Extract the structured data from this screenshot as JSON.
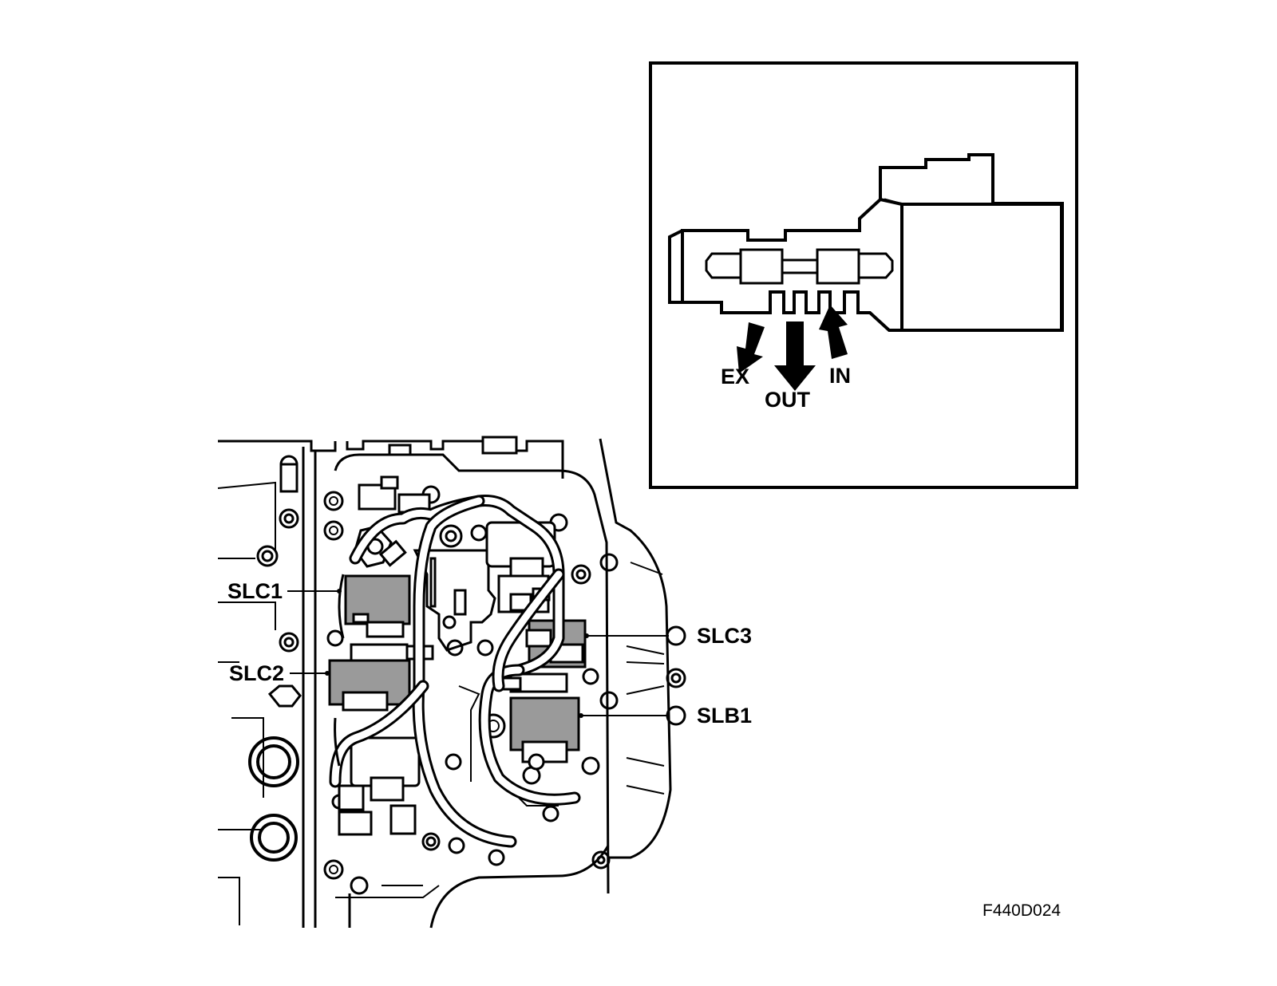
{
  "detail_view": {
    "ports": {
      "ex": "EX",
      "out": "OUT",
      "in": "IN"
    }
  },
  "main_view": {
    "callouts": {
      "slc1": "SLC1",
      "slc2": "SLC2",
      "slc3": "SLC3",
      "slb1": "SLB1"
    }
  },
  "figure_code": "F440D024"
}
